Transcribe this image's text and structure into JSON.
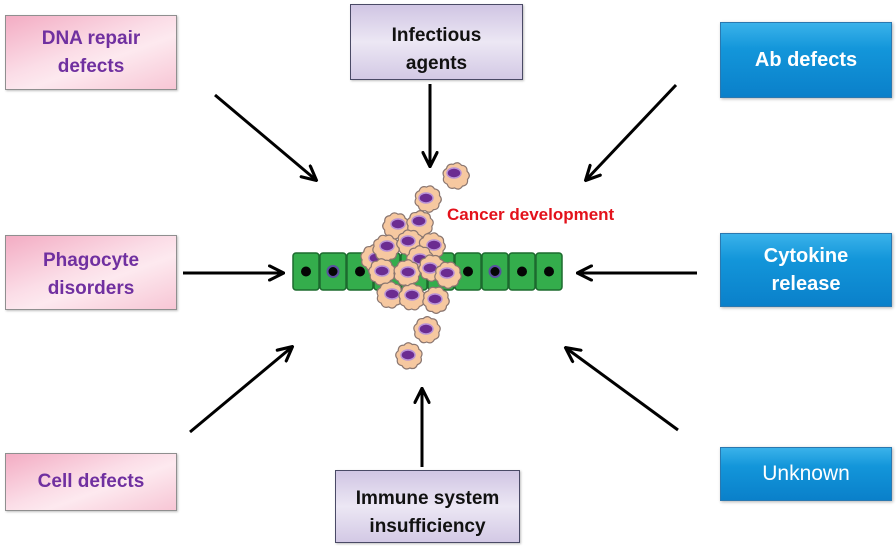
{
  "boxes": {
    "dna_repair": {
      "lines": [
        "DNA repair",
        "defects"
      ]
    },
    "infectious": {
      "lines": [
        "Infectious",
        "agents"
      ]
    },
    "ab_defects": {
      "lines": [
        "Ab defects"
      ]
    },
    "phagocyte": {
      "lines": [
        "Phagocyte",
        "disorders"
      ]
    },
    "cytokine": {
      "lines": [
        "Cytokine",
        "release"
      ]
    },
    "cell_defects": {
      "lines": [
        "Cell defects"
      ]
    },
    "immune": {
      "lines": [
        "Immune system",
        "insufficiency"
      ]
    },
    "unknown": {
      "lines": [
        "Unknown"
      ]
    }
  },
  "center_label": "Cancer development",
  "colors": {
    "pink_text": "#7030a0",
    "dark_text": "#111111",
    "blue_text": "#ffffff",
    "center_label": "#e3121b",
    "cell_green": "#34ad4c",
    "cell_border": "#1d6b2f",
    "cancer_cell": "#f6c8a0",
    "cancer_border": "#8a7670",
    "nucleus_purple": "#6b2c91"
  }
}
